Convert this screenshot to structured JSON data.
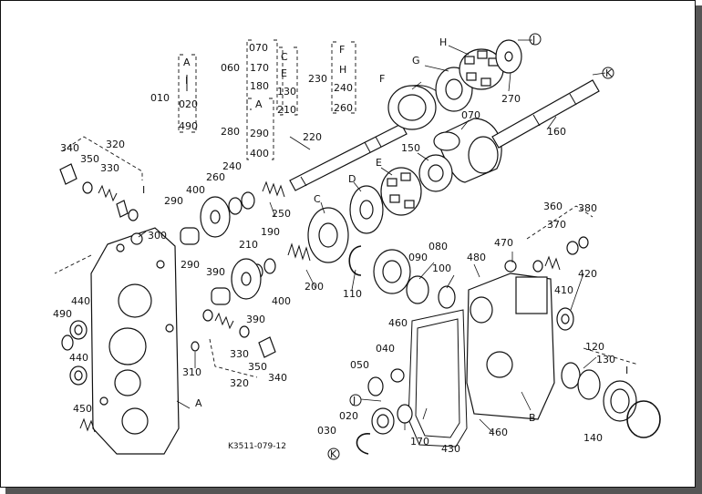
{
  "drawing_code": "K3511-079-12",
  "callouts": [
    {
      "id": "p010",
      "text": "010"
    },
    {
      "id": "p020",
      "text": "020"
    },
    {
      "id": "p490a",
      "text": "490"
    },
    {
      "id": "g1a",
      "text": "A"
    },
    {
      "id": "g1i",
      "text": "I"
    },
    {
      "id": "p060",
      "text": "060"
    },
    {
      "id": "p070a",
      "text": "070"
    },
    {
      "id": "p170",
      "text": "170"
    },
    {
      "id": "p180",
      "text": "180"
    },
    {
      "id": "g2c",
      "text": "C"
    },
    {
      "id": "g2e",
      "text": "E"
    },
    {
      "id": "p130a",
      "text": "130"
    },
    {
      "id": "p210a",
      "text": "210"
    },
    {
      "id": "p280",
      "text": "280"
    },
    {
      "id": "g3a",
      "text": "A"
    },
    {
      "id": "p290a",
      "text": "290"
    },
    {
      "id": "p400a",
      "text": "400"
    },
    {
      "id": "p230",
      "text": "230"
    },
    {
      "id": "g4f",
      "text": "F"
    },
    {
      "id": "g4h",
      "text": "H"
    },
    {
      "id": "p240a",
      "text": "240"
    },
    {
      "id": "p260a",
      "text": "260"
    },
    {
      "id": "p340a",
      "text": "340"
    },
    {
      "id": "p320a",
      "text": "320"
    },
    {
      "id": "p350a",
      "text": "350"
    },
    {
      "id": "p330a",
      "text": "330"
    },
    {
      "id": "lIa",
      "text": "I"
    },
    {
      "id": "p220",
      "text": "220"
    },
    {
      "id": "lF",
      "text": "F"
    },
    {
      "id": "lG",
      "text": "G"
    },
    {
      "id": "lH",
      "text": "H"
    },
    {
      "id": "lJa",
      "text": "J"
    },
    {
      "id": "lKa",
      "text": "K"
    },
    {
      "id": "p270",
      "text": "270"
    },
    {
      "id": "p070b",
      "text": "070"
    },
    {
      "id": "p160",
      "text": "160"
    },
    {
      "id": "p150",
      "text": "150"
    },
    {
      "id": "lE",
      "text": "E"
    },
    {
      "id": "lD",
      "text": "D"
    },
    {
      "id": "lC",
      "text": "C"
    },
    {
      "id": "p400b",
      "text": "400"
    },
    {
      "id": "p260b",
      "text": "260"
    },
    {
      "id": "p240b",
      "text": "240"
    },
    {
      "id": "p290b",
      "text": "290"
    },
    {
      "id": "p250",
      "text": "250"
    },
    {
      "id": "p300",
      "text": "300"
    },
    {
      "id": "p210b",
      "text": "210"
    },
    {
      "id": "p190",
      "text": "190"
    },
    {
      "id": "p390a",
      "text": "390"
    },
    {
      "id": "p290c",
      "text": "290"
    },
    {
      "id": "p200",
      "text": "200"
    },
    {
      "id": "p110",
      "text": "110"
    },
    {
      "id": "p080",
      "text": "080"
    },
    {
      "id": "p090",
      "text": "090"
    },
    {
      "id": "p100",
      "text": "100"
    },
    {
      "id": "p400c",
      "text": "400"
    },
    {
      "id": "p390b",
      "text": "390"
    },
    {
      "id": "p470",
      "text": "470"
    },
    {
      "id": "p480",
      "text": "480"
    },
    {
      "id": "p360",
      "text": "360"
    },
    {
      "id": "p370",
      "text": "370"
    },
    {
      "id": "p380",
      "text": "380"
    },
    {
      "id": "p420",
      "text": "420"
    },
    {
      "id": "p410",
      "text": "410"
    },
    {
      "id": "p440a",
      "text": "440"
    },
    {
      "id": "p490b",
      "text": "490"
    },
    {
      "id": "p440b",
      "text": "440"
    },
    {
      "id": "p330b",
      "text": "330"
    },
    {
      "id": "p350b",
      "text": "350"
    },
    {
      "id": "p340b",
      "text": "340"
    },
    {
      "id": "p320b",
      "text": "320"
    },
    {
      "id": "p310",
      "text": "310"
    },
    {
      "id": "lA",
      "text": "A"
    },
    {
      "id": "p460a",
      "text": "460"
    },
    {
      "id": "p040",
      "text": "040"
    },
    {
      "id": "p050",
      "text": "050"
    },
    {
      "id": "lJb",
      "text": "J"
    },
    {
      "id": "p020b",
      "text": "020"
    },
    {
      "id": "p030",
      "text": "030"
    },
    {
      "id": "lKb",
      "text": "K"
    },
    {
      "id": "p170b",
      "text": "170"
    },
    {
      "id": "p430",
      "text": "430"
    },
    {
      "id": "p460b",
      "text": "460"
    },
    {
      "id": "lB",
      "text": "B"
    },
    {
      "id": "p450",
      "text": "450"
    },
    {
      "id": "p120",
      "text": "120"
    },
    {
      "id": "p130b",
      "text": "130"
    },
    {
      "id": "lIb",
      "text": "I"
    },
    {
      "id": "p140",
      "text": "140"
    }
  ]
}
